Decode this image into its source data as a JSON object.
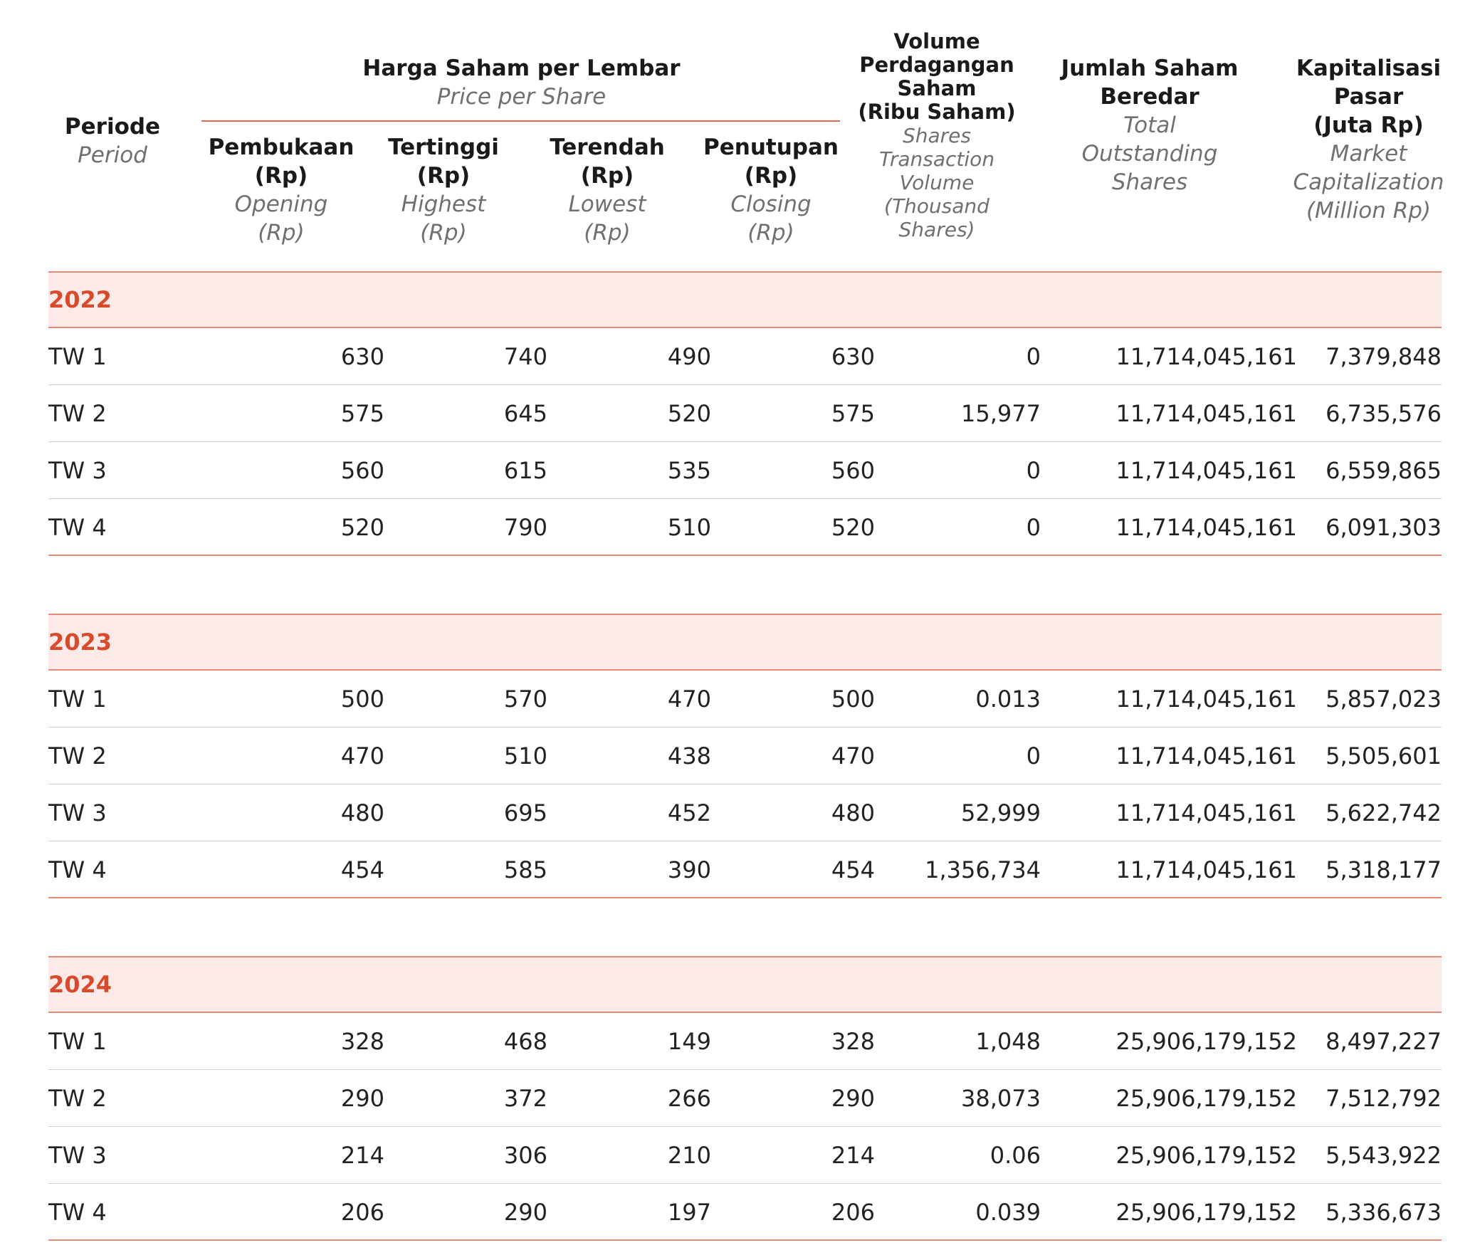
{
  "headers": {
    "period": {
      "id": "Periode",
      "en": "Period"
    },
    "price_group": {
      "id": "Harga Saham per Lembar",
      "en": "Price per Share"
    },
    "opening": {
      "id": [
        "Pembukaan",
        "(Rp)"
      ],
      "en": [
        "Opening",
        "(Rp)"
      ]
    },
    "highest": {
      "id": [
        "Tertinggi",
        "(Rp)"
      ],
      "en": [
        "Highest",
        "(Rp)"
      ]
    },
    "lowest": {
      "id": [
        "Terendah",
        "(Rp)"
      ],
      "en": [
        "Lowest",
        "(Rp)"
      ]
    },
    "closing": {
      "id": [
        "Penutupan",
        "(Rp)"
      ],
      "en": [
        "Closing",
        "(Rp)"
      ]
    },
    "volume": {
      "id": [
        "Volume",
        "Perdagangan",
        "Saham",
        "(Ribu Saham)"
      ],
      "en": [
        "Shares",
        "Transaction",
        "Volume",
        "(Thousand",
        "Shares)"
      ]
    },
    "outstanding": {
      "id": [
        "Jumlah Saham",
        "Beredar"
      ],
      "en": [
        "Total",
        "Outstanding",
        "Shares"
      ]
    },
    "market_cap": {
      "id": [
        "Kapitalisasi",
        "Pasar",
        "(Juta Rp)"
      ],
      "en": [
        "Market",
        "Capitalization",
        "(Million Rp)"
      ]
    }
  },
  "years": [
    {
      "year": "2022",
      "rows": [
        {
          "period": "TW 1",
          "opening": "630",
          "highest": "740",
          "lowest": "490",
          "closing": "630",
          "volume": "0",
          "outstanding": "11,714,045,161",
          "market_cap": "7,379,848"
        },
        {
          "period": "TW 2",
          "opening": "575",
          "highest": "645",
          "lowest": "520",
          "closing": "575",
          "volume": "15,977",
          "outstanding": "11,714,045,161",
          "market_cap": "6,735,576"
        },
        {
          "period": "TW 3",
          "opening": "560",
          "highest": "615",
          "lowest": "535",
          "closing": "560",
          "volume": "0",
          "outstanding": "11,714,045,161",
          "market_cap": "6,559,865"
        },
        {
          "period": "TW 4",
          "opening": "520",
          "highest": "790",
          "lowest": "510",
          "closing": "520",
          "volume": "0",
          "outstanding": "11,714,045,161",
          "market_cap": "6,091,303"
        }
      ]
    },
    {
      "year": "2023",
      "rows": [
        {
          "period": "TW 1",
          "opening": "500",
          "highest": "570",
          "lowest": "470",
          "closing": "500",
          "volume": "0.013",
          "outstanding": "11,714,045,161",
          "market_cap": "5,857,023"
        },
        {
          "period": "TW 2",
          "opening": "470",
          "highest": "510",
          "lowest": "438",
          "closing": "470",
          "volume": "0",
          "outstanding": "11,714,045,161",
          "market_cap": "5,505,601"
        },
        {
          "period": "TW 3",
          "opening": "480",
          "highest": "695",
          "lowest": "452",
          "closing": "480",
          "volume": "52,999",
          "outstanding": "11,714,045,161",
          "market_cap": "5,622,742"
        },
        {
          "period": "TW 4",
          "opening": "454",
          "highest": "585",
          "lowest": "390",
          "closing": "454",
          "volume": "1,356,734",
          "outstanding": "11,714,045,161",
          "market_cap": "5,318,177"
        }
      ]
    },
    {
      "year": "2024",
      "rows": [
        {
          "period": "TW 1",
          "opening": "328",
          "highest": "468",
          "lowest": "149",
          "closing": "328",
          "volume": "1,048",
          "outstanding": "25,906,179,152",
          "market_cap": "8,497,227"
        },
        {
          "period": "TW 2",
          "opening": "290",
          "highest": "372",
          "lowest": "266",
          "closing": "290",
          "volume": "38,073",
          "outstanding": "25,906,179,152",
          "market_cap": "7,512,792"
        },
        {
          "period": "TW 3",
          "opening": "214",
          "highest": "306",
          "lowest": "210",
          "closing": "214",
          "volume": "0.06",
          "outstanding": "25,906,179,152",
          "market_cap": "5,543,922"
        },
        {
          "period": "TW 4",
          "opening": "206",
          "highest": "290",
          "lowest": "197",
          "closing": "206",
          "volume": "0.039",
          "outstanding": "25,906,179,152",
          "market_cap": "5,336,673"
        }
      ]
    }
  ]
}
